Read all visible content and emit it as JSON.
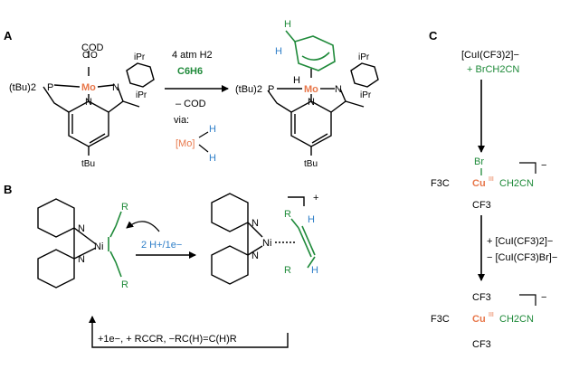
{
  "panels": {
    "a": "A",
    "b": "B",
    "c": "C"
  },
  "colors": {
    "metal": "#e8774a",
    "organic": "#1f8a3a",
    "hydrogen": "#2f7fc8",
    "ink": "#000000"
  },
  "a": {
    "cod": "COD",
    "mo": "Mo",
    "n": "N",
    "p": "P",
    "tbu2": "(tBu)2",
    "ipr": "iPr",
    "tbu": "tBu",
    "arrow_top1": "4 atm H2",
    "arrow_top2": "C6H6",
    "arrow_bottom1": "– COD",
    "via": "via:",
    "mo_bracket": "[Mo]",
    "h": "H"
  },
  "b": {
    "ni": "Ni",
    "n": "N",
    "r": "R",
    "h": "H",
    "arrow_label": "2 H+/1e−",
    "charge": "+",
    "cycle": "+1e−, + RCCR, −RC(H)=C(H)R"
  },
  "c": {
    "reagent1": "[CuI(CF3)2]−",
    "reagent2": "+ BrCH2CN",
    "br": "Br",
    "f3c": "F3C",
    "cu": "Cu",
    "cu_ox": "III",
    "ch2cn": "CH2CN",
    "cf3": "CF3",
    "minus": "−",
    "step_plus": "+ [CuI(CF3)2]−",
    "step_minus": "− [CuI(CF3)Br]−"
  }
}
